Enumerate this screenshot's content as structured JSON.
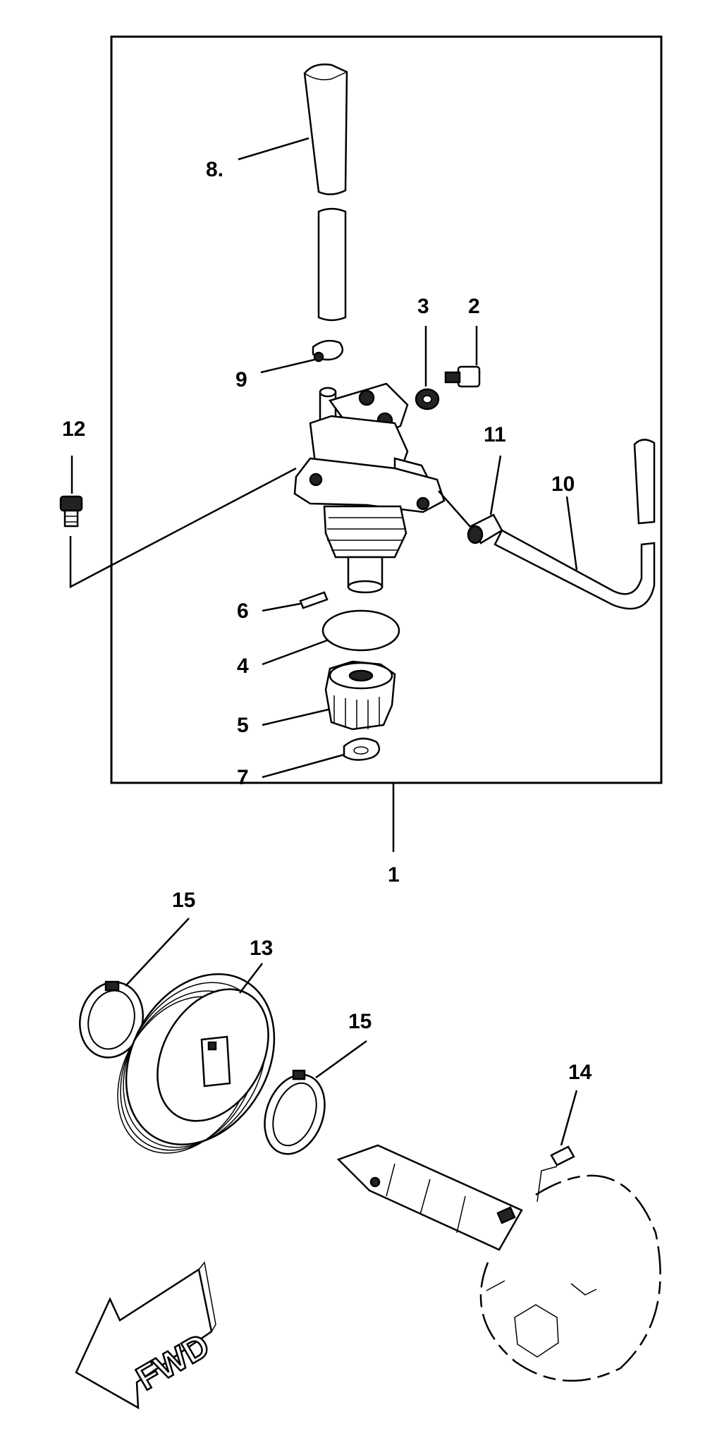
{
  "callouts": {
    "c1": "1",
    "c2": "2",
    "c3": "3",
    "c4": "4",
    "c5": "5",
    "c6": "6",
    "c7": "7",
    "c8": "8.",
    "c9": "9",
    "c10": "10",
    "c11": "11",
    "c12": "12",
    "c13": "13",
    "c14": "14",
    "c15a": "15",
    "c15b": "15"
  },
  "direction_sign": "FWD",
  "colors": {
    "ink": "#000000",
    "paper": "#ffffff"
  }
}
